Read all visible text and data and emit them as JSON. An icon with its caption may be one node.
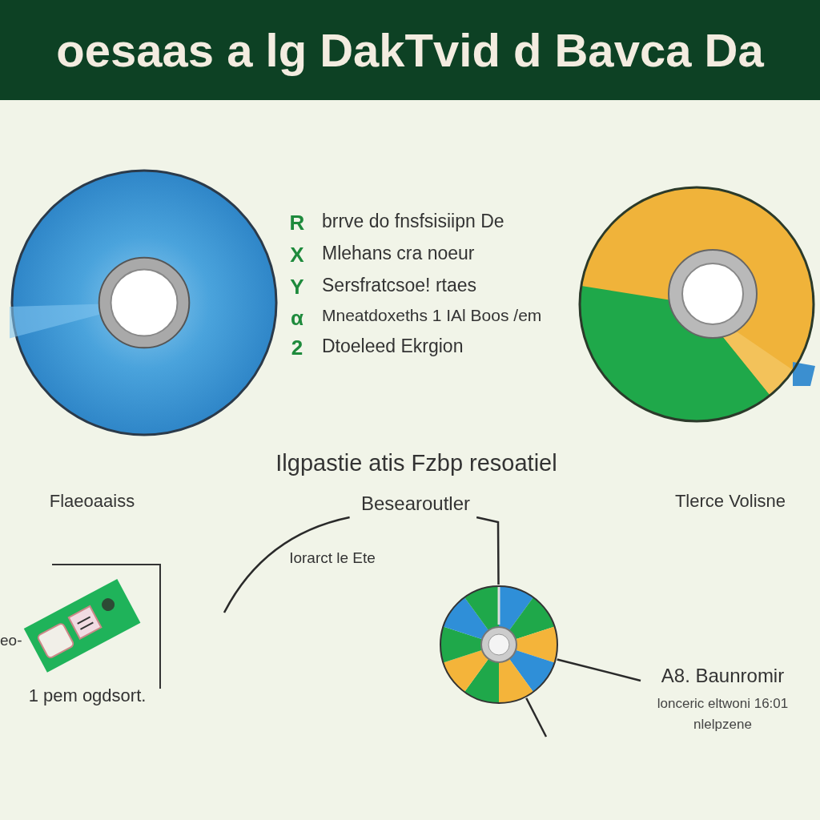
{
  "diagram": {
    "title": "oesaas a lg DakTvid d Bavca Da",
    "nodes": [
      {
        "text": [],
        "shape": "picture"
      },
      {
        "text": [],
        "shape": "picture"
      },
      {
        "text": [
          "Besearoutler"
        ]
      },
      {
        "text": [],
        "shape": "picture"
      },
      {
        "text": [
          "A8. Baunromir",
          "lonceric eltwoni 16:01 nlelpzene"
        ]
      }
    ],
    "edges": [
      {
        "from": 2,
        "to": 3,
        "arrow": "none"
      },
      {
        "from": 4,
        "to": 3,
        "arrow": "none"
      },
      {
        "from": 2,
        "to": null,
        "arrow": "none"
      },
      {
        "from": 3,
        "to": null,
        "arrow": "none"
      }
    ],
    "labels": [
      "R",
      "brrve do fnsfsisiipn De",
      "X",
      "Mlehans cra noeur",
      "Y",
      "Sersfratcsoe! rtaes",
      "α",
      "Mneatdoxeths 1 IAl Boos /em",
      "2",
      "Dtoeleed Ekrgion",
      "Ilgpastie atis Fzbp resoatiel",
      "Flaeoaaiss",
      "Tlerce Volisne",
      "Iorarct le Ete",
      "eo-",
      "1 pem ogdsort."
    ]
  }
}
